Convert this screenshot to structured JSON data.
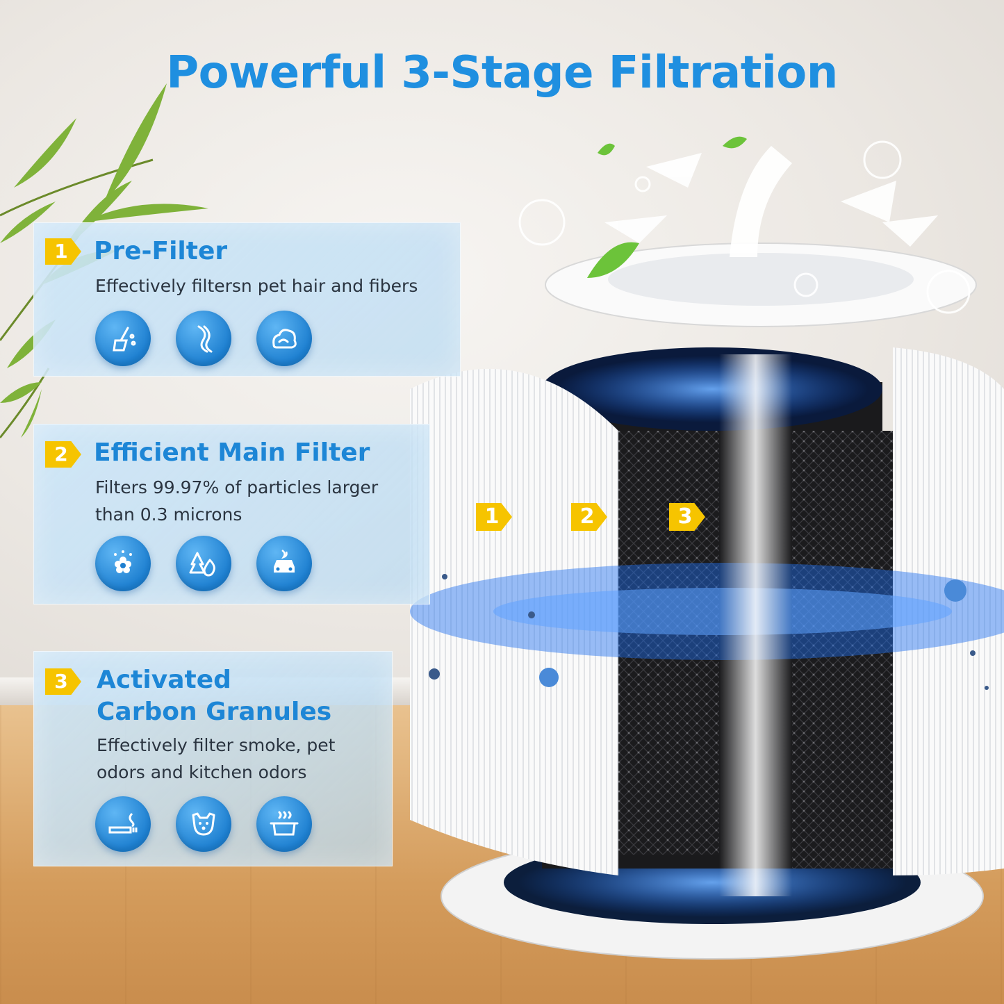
{
  "title": "Powerful 3-Stage Filtration",
  "stages": [
    {
      "number": "1",
      "title": "Pre-Filter",
      "desc_lines": [
        "Effectively filtersn pet hair and fibers"
      ],
      "icons": [
        "broom-dust-icon",
        "hair-strand-icon",
        "lint-ball-icon"
      ]
    },
    {
      "number": "2",
      "title": "Efficient Main Filter",
      "desc_lines": [
        "Filters 99.97% of particles larger",
        "than 0.3 microns"
      ],
      "icons": [
        "pollen-flower-icon",
        "wildfire-smoke-icon",
        "car-exhaust-icon"
      ]
    },
    {
      "number": "3",
      "title_lines": [
        "Activated",
        "Carbon Granules"
      ],
      "desc_lines": [
        "Effectively filter smoke, pet",
        "odors and kitchen odors"
      ],
      "icons": [
        "cigarette-smoke-icon",
        "pet-dog-icon",
        "cooking-pot-icon"
      ]
    }
  ],
  "filter_tags": [
    "1",
    "2",
    "3"
  ],
  "colors": {
    "accent_blue": "#1f8fe0",
    "badge_yellow": "#f6c400",
    "carbon_black": "#1e1e1e",
    "airflow_blue": "#1e6ff0"
  }
}
